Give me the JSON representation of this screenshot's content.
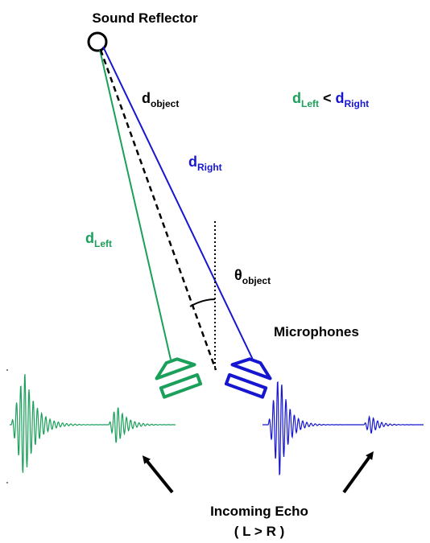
{
  "title": "Sound Reflector",
  "labels": {
    "d_object": {
      "base": "d",
      "sub": "object"
    },
    "d_right": {
      "base": "d",
      "sub": "Right"
    },
    "d_left": {
      "base": "d",
      "sub": "Left"
    },
    "theta_object": {
      "base": "θ",
      "sub": "object"
    },
    "comparison": {
      "left": {
        "base": "d",
        "sub": "Left"
      },
      "op": "<",
      "right": {
        "base": "d",
        "sub": "Right"
      }
    }
  },
  "microphones_label": "Microphones",
  "echo_label": "Incoming Echo",
  "echo_relation": "( L > R )",
  "colors": {
    "left": "#1aa05a",
    "right": "#1616d0",
    "neutral": "#000000"
  },
  "icons": {
    "reflector": "circle-icon",
    "mic_left": "speaker-icon",
    "mic_right": "speaker-icon",
    "arrow": "arrow-up-right-icon"
  }
}
